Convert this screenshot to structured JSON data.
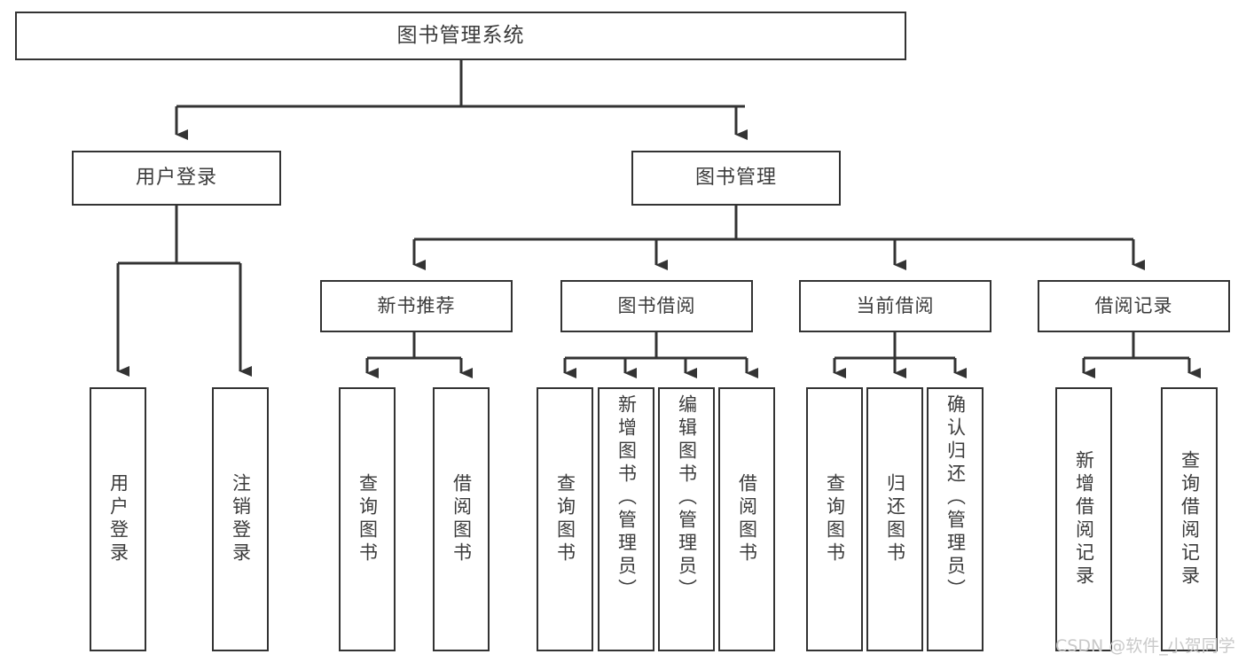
{
  "diagram": {
    "type": "tree",
    "title": "图书管理系统",
    "watermark": "CSDN @软件_小贺同学",
    "colors": {
      "background": "#ffffff",
      "box_border": "#333333",
      "box_fill": "#ffffff",
      "text": "#3b3b3b",
      "connector": "#333333",
      "watermark": "#c9c9c9"
    },
    "nodes": {
      "root": {
        "label": "图书管理系统"
      },
      "level2": [
        {
          "id": "user-login",
          "label": "用户登录"
        },
        {
          "id": "book-management",
          "label": "图书管理"
        }
      ],
      "level3": [
        {
          "id": "new-book-recommend",
          "label": "新书推荐"
        },
        {
          "id": "book-borrow",
          "label": "图书借阅"
        },
        {
          "id": "current-borrow",
          "label": "当前借阅"
        },
        {
          "id": "borrow-record",
          "label": "借阅记录"
        }
      ],
      "leaves": {
        "user_login": [
          {
            "id": "leaf-user-login",
            "label": "用户登录"
          },
          {
            "id": "leaf-logout-login",
            "label": "注销登录"
          }
        ],
        "new_book_recommend": [
          {
            "id": "leaf-query-book-1",
            "label": "查询图书"
          },
          {
            "id": "leaf-borrow-book-1",
            "label": "借阅图书"
          }
        ],
        "book_borrow": [
          {
            "id": "leaf-query-book-2",
            "label": "查询图书"
          },
          {
            "id": "leaf-add-book",
            "label": "新增图书（管理员）"
          },
          {
            "id": "leaf-edit-book",
            "label": "编辑图书（管理员）"
          },
          {
            "id": "leaf-borrow-book-2",
            "label": "借阅图书"
          }
        ],
        "current_borrow": [
          {
            "id": "leaf-query-book-3",
            "label": "查询图书"
          },
          {
            "id": "leaf-return-book",
            "label": "归还图书"
          },
          {
            "id": "leaf-confirm-return",
            "label": "确认归还（管理员）"
          }
        ],
        "borrow_record": [
          {
            "id": "leaf-add-borrow-record",
            "label": "新增借阅记录"
          },
          {
            "id": "leaf-query-borrow-record",
            "label": "查询借阅记录"
          }
        ]
      }
    }
  }
}
